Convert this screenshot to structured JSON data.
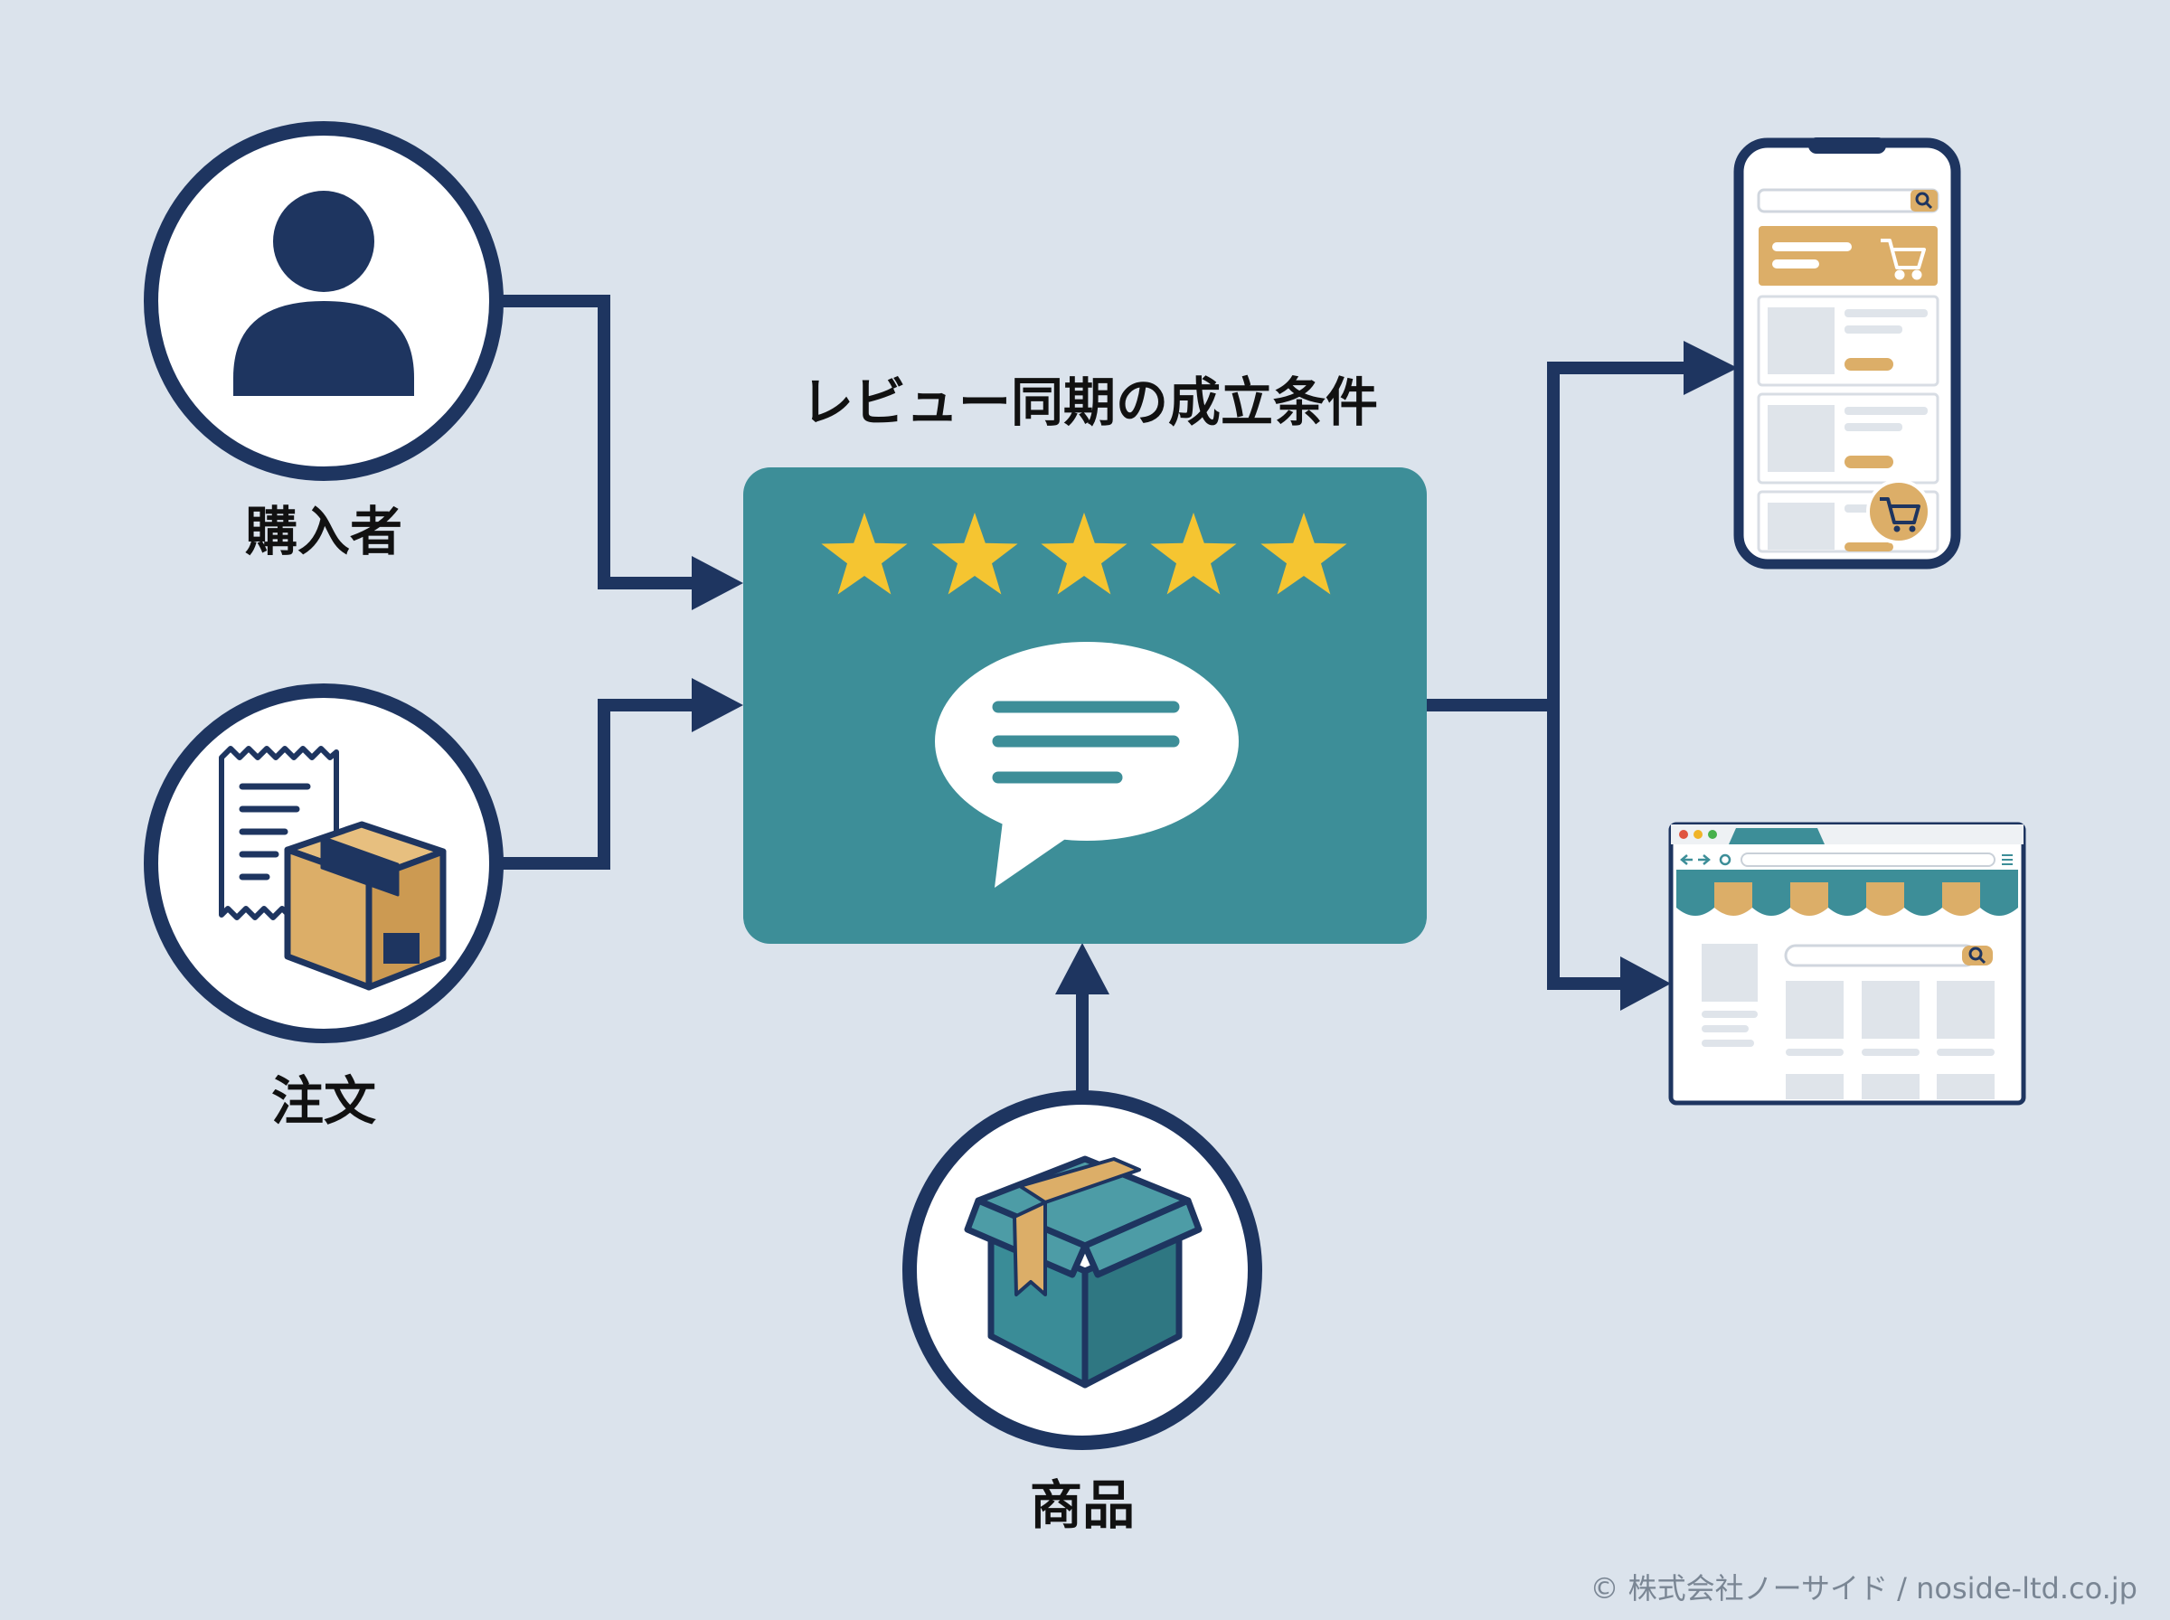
{
  "diagram": {
    "title": "レビュー同期の成立条件",
    "inputs": {
      "buyer": "購入者",
      "order": "注文",
      "product": "商品"
    },
    "rating_stars": 5,
    "outputs": [
      "smartphone-app",
      "web-store"
    ]
  },
  "footer": {
    "copyright": "© 株式会社ノーサイド / noside-ltd.co.jp"
  },
  "colors": {
    "background": "#dbe3ec",
    "navy": "#1e3560",
    "teal": "#3d8e98",
    "star": "#f5c531",
    "tan": "#dcae68",
    "icon_teal": "#3a8c97"
  }
}
